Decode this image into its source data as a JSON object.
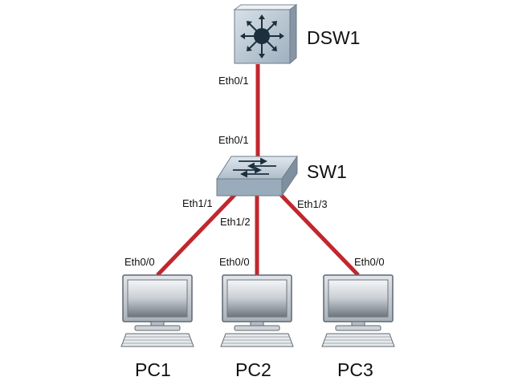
{
  "colors": {
    "link": "#c1272d",
    "device_face": "#b8c4d0",
    "device_side": "#7f8e9c",
    "text": "#111111"
  },
  "devices": {
    "dsw1": {
      "name": "DSW1",
      "icon": "multilayer-switch-icon"
    },
    "sw1": {
      "name": "SW1",
      "icon": "layer2-switch-icon"
    },
    "pc1": {
      "name": "PC1",
      "icon": "pc-icon"
    },
    "pc2": {
      "name": "PC2",
      "icon": "pc-icon"
    },
    "pc3": {
      "name": "PC3",
      "icon": "pc-icon"
    }
  },
  "links": [
    {
      "from": "DSW1",
      "from_port": "Eth0/1",
      "to": "SW1",
      "to_port": "Eth0/1"
    },
    {
      "from": "SW1",
      "from_port": "Eth1/1",
      "to": "PC1",
      "to_port": "Eth0/0"
    },
    {
      "from": "SW1",
      "from_port": "Eth1/2",
      "to": "PC2",
      "to_port": "Eth0/0"
    },
    {
      "from": "SW1",
      "from_port": "Eth1/3",
      "to": "PC3",
      "to_port": "Eth0/0"
    }
  ]
}
